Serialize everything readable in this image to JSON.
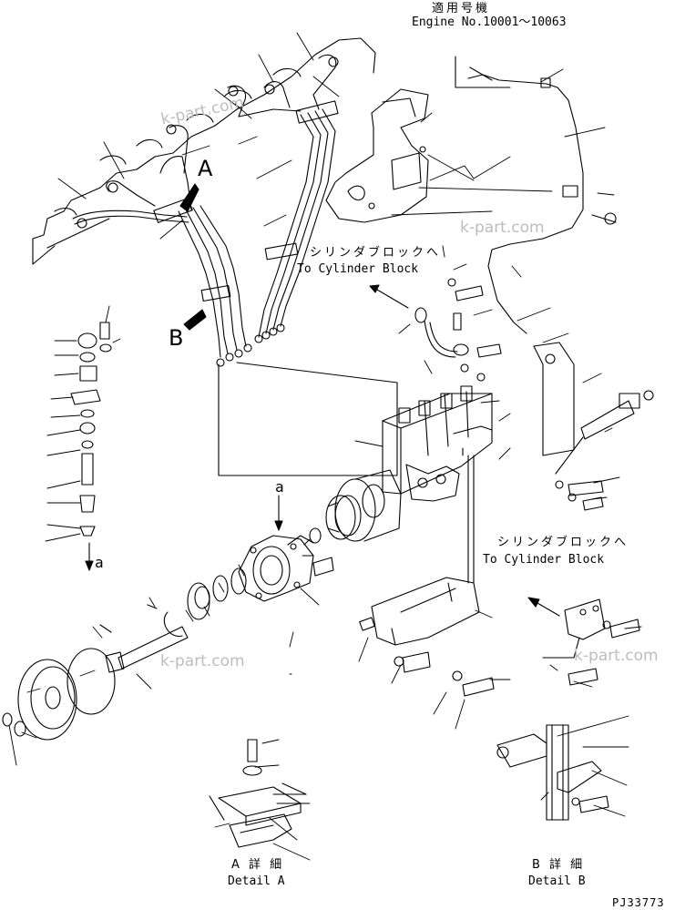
{
  "header": {
    "jp_applicable": "適用号機",
    "engine_no": "Engine No.10001〜10063"
  },
  "callouts": {
    "to_cyl_block_jp": "シリンダブロックへ",
    "to_cyl_block_en": "To Cylinder Block",
    "to_cyl_block_jp_2": "シリンダブロックへ",
    "to_cyl_block_en_2": "To Cylinder Block",
    "view_a": "A",
    "view_b": "B",
    "ref_a_top": "a",
    "ref_a_bottom": "a"
  },
  "details": {
    "detail_a_jp": "A 詳 細",
    "detail_a_en": "Detail A",
    "detail_b_jp": "B 詳 細",
    "detail_b_en": "Detail B"
  },
  "drawing_no": "PJ33773",
  "watermark": "k-part.com",
  "colors": {
    "line": "#000000",
    "watermark": "#bdbdbd",
    "background": "#ffffff"
  }
}
